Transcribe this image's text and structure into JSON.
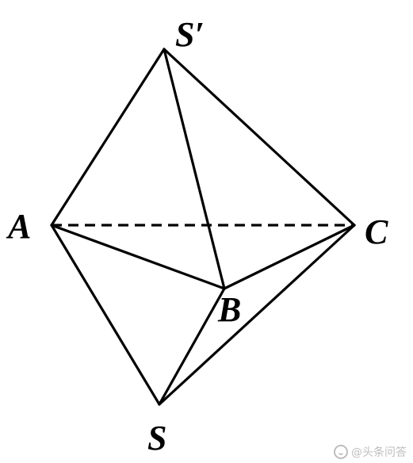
{
  "figure": {
    "vertices": {
      "s_prime": "S′",
      "a": "A",
      "c": "C",
      "b": "B",
      "s": "S"
    },
    "edges": [
      {
        "from": "S′",
        "to": "A",
        "style": "solid"
      },
      {
        "from": "S′",
        "to": "C",
        "style": "solid"
      },
      {
        "from": "S′",
        "to": "B",
        "style": "solid"
      },
      {
        "from": "A",
        "to": "C",
        "style": "dashed"
      },
      {
        "from": "A",
        "to": "B",
        "style": "solid"
      },
      {
        "from": "B",
        "to": "C",
        "style": "solid"
      },
      {
        "from": "A",
        "to": "S",
        "style": "solid"
      },
      {
        "from": "S",
        "to": "B",
        "style": "solid"
      },
      {
        "from": "S",
        "to": "C",
        "style": "solid"
      }
    ]
  },
  "watermark": {
    "text": "@头条问答"
  },
  "colors": {
    "stroke": "#000000",
    "background": "#ffffff"
  }
}
